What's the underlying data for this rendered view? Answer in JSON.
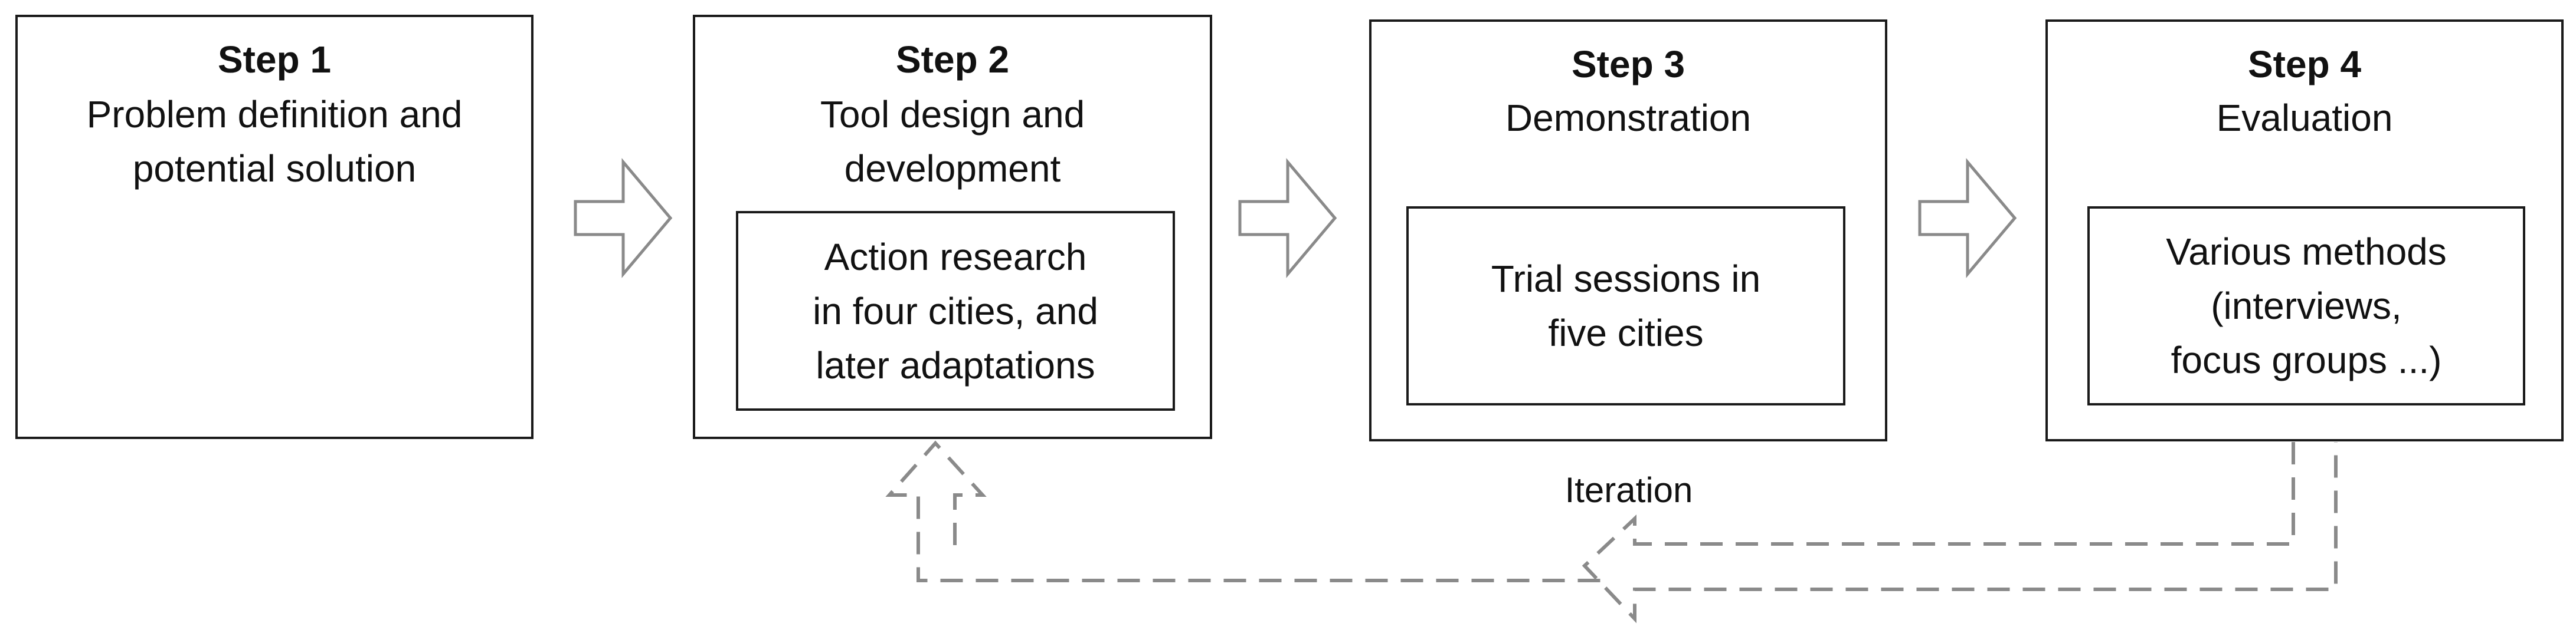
{
  "steps": [
    {
      "title": "Step 1",
      "lines": [
        "Problem definition and",
        "potential solution"
      ],
      "inner": []
    },
    {
      "title": "Step 2",
      "lines": [
        "Tool design and",
        "development"
      ],
      "inner": [
        "Action research",
        "in four cities, and",
        "later adaptations"
      ]
    },
    {
      "title": "Step 3",
      "lines": [
        "Demonstration"
      ],
      "inner": [
        "Trial sessions in",
        "five cities"
      ]
    },
    {
      "title": "Step 4",
      "lines": [
        "Evaluation"
      ],
      "inner": [
        "Various methods",
        "(interviews,",
        "focus groups ...)"
      ]
    }
  ],
  "iteration_label": "Iteration",
  "colors": {
    "box_stroke": "#1a1a1a",
    "arrow_stroke": "#8a8a8a",
    "text": "#111111",
    "background": "#ffffff"
  },
  "icons": {
    "flow_arrow": "right-arrow-outline-icon",
    "iteration_arrow": "dashed-feedback-arrow-icon"
  }
}
